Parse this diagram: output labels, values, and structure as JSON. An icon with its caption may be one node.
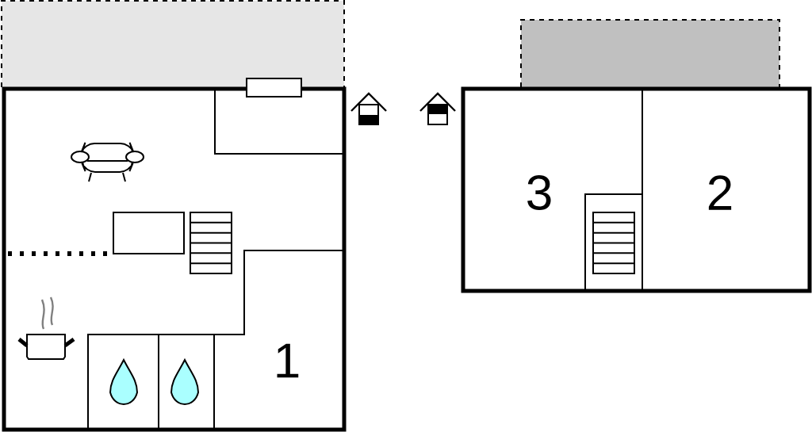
{
  "diagram": {
    "labels": [
      "3",
      "2",
      "1"
    ]
  }
}
